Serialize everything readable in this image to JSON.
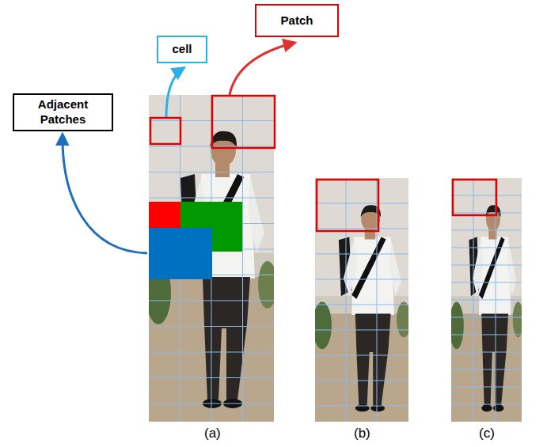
{
  "diagram": {
    "nodes": [
      {
        "text": [
          "Patch"
        ]
      },
      {
        "text": [
          "cell"
        ]
      },
      {
        "text": [
          "Adjacent Patches"
        ]
      }
    ],
    "labels": [
      "(a)",
      "(b)",
      "(c)"
    ]
  }
}
